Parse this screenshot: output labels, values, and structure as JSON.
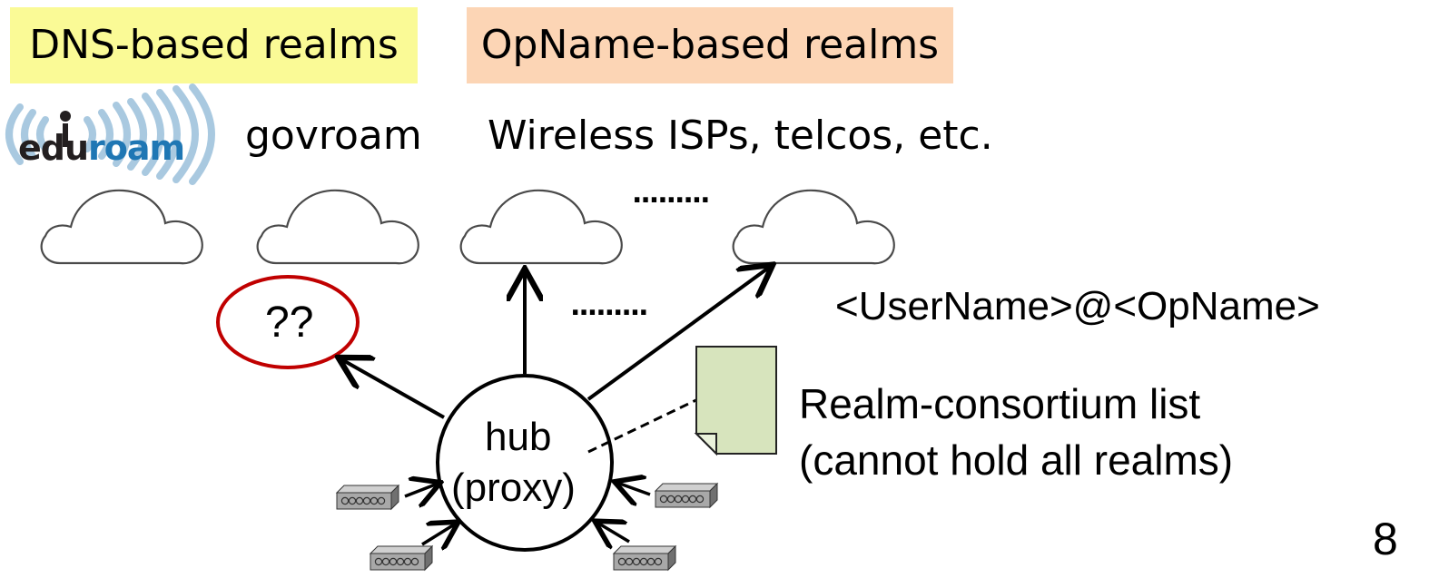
{
  "headers": {
    "dns_based": "DNS-based realms",
    "opname_based": "OpName-based realms"
  },
  "colors": {
    "dns_bg": "#FAFA96",
    "opname_bg": "#FCD5B5",
    "question_ellipse": "#C00000",
    "note_fill": "#D7E4BD",
    "eduroam_dark": "#231F20",
    "eduroam_blue": "#1F77B4",
    "eduroam_waves": "#A9C9E0"
  },
  "networks": {
    "eduroam_logo": {
      "edu": "edu",
      "roam": "roam"
    },
    "govroam": "govroam",
    "wireless": "Wireless ISPs, telcos, etc."
  },
  "ellipsis_top": ".........",
  "ellipsis_mid": ".........",
  "unknown_realm": "??",
  "hub": {
    "line1": "hub",
    "line2": "(proxy)"
  },
  "username_format": "<UserName>@<OpName>",
  "realm_list": {
    "line1": "Realm-consortium list",
    "line2": "(cannot hold all realms)"
  },
  "page_number": "8",
  "icons": {
    "clouds": "cloud-icon",
    "access_points": "access-point-icon",
    "document": "document-icon"
  }
}
